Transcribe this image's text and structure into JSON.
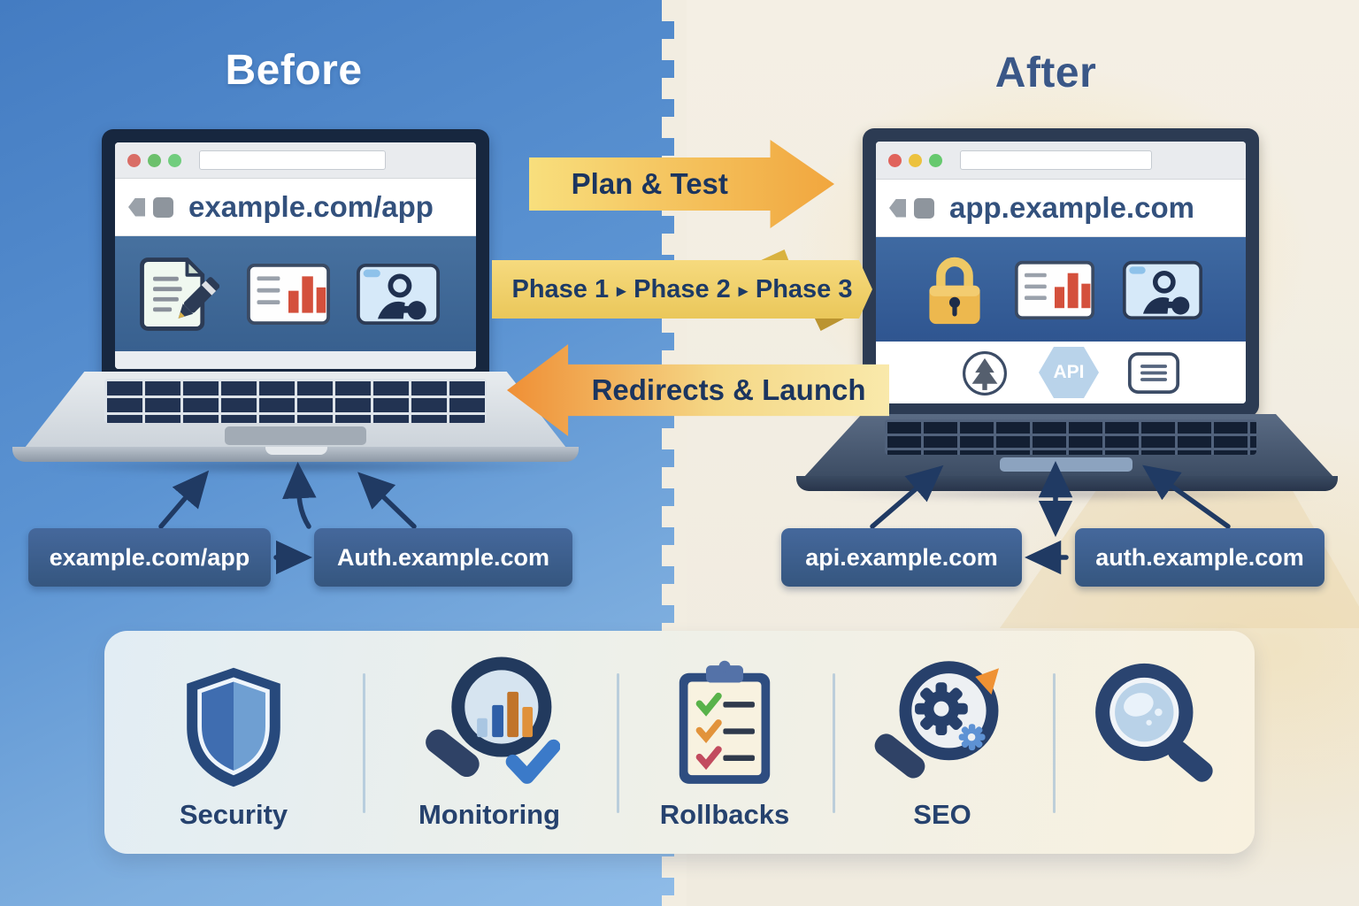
{
  "titles": {
    "before": "Before",
    "after": "After"
  },
  "migration_arrows": {
    "plan_test": "Plan & Test",
    "phases": [
      "Phase 1",
      "Phase 2",
      "Phase 3"
    ],
    "phase_separator": "▸",
    "redirects_launch": "Redirects & Launch"
  },
  "before_side": {
    "browser_url": "example.com/app",
    "domain_boxes": [
      "example.com/app",
      "Auth.example.com"
    ]
  },
  "after_side": {
    "browser_url": "app.example.com",
    "api_badge": "API",
    "domain_boxes": [
      "api.example.com",
      "auth.example.com"
    ]
  },
  "features": [
    {
      "icon": "shield-icon",
      "label": "Security"
    },
    {
      "icon": "monitoring-magnifier-icon",
      "label": "Monitoring"
    },
    {
      "icon": "rollbacks-clipboard-icon",
      "label": "Rollbacks"
    },
    {
      "icon": "seo-magnifier-gear-icon",
      "label": "SEO"
    },
    {
      "icon": "search-magnifier-icon",
      "label": ""
    }
  ],
  "colors": {
    "before_background": "#4a80c4",
    "after_background": "#f3eee2",
    "arrow_orange": "#f09a3e",
    "banner_yellow": "#f2cf63",
    "domain_box_blue": "#3c6191",
    "navy_text": "#1d3a66",
    "url_text": "#33517d",
    "lock_gold": "#edb84e",
    "bar_red": "#d4503c",
    "title_before_color": "#ffffff",
    "title_after_color": "#3a5787"
  }
}
